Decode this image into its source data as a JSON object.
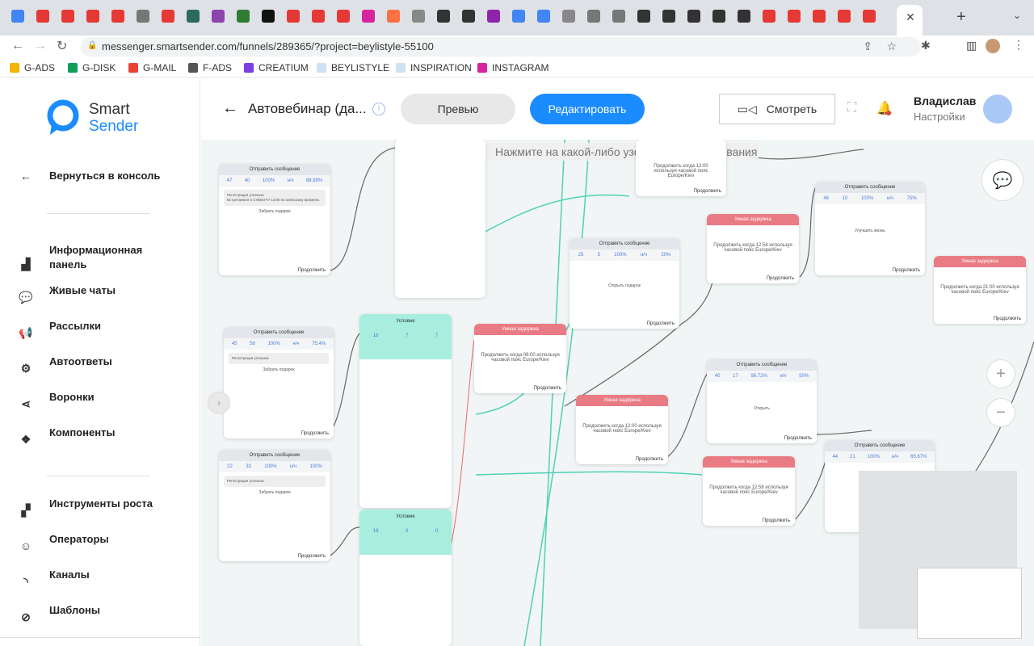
{
  "browser": {
    "url": "messenger.smartsender.com/funnels/289365/?project=beylistyle-55100",
    "bookmarks": [
      {
        "label": "G-ADS",
        "color": "#f4b400"
      },
      {
        "label": "G-DISK",
        "color": "#0f9d58"
      },
      {
        "label": "G-MAIL",
        "color": "#ea4335"
      },
      {
        "label": "F-ADS",
        "color": "#555"
      },
      {
        "label": "CREATIUM",
        "color": "#7b3fe4"
      },
      {
        "label": "BEYLISTYLE",
        "color": "#cfe2f3"
      },
      {
        "label": "INSPIRATION",
        "color": "#cfe2f3"
      },
      {
        "label": "INSTAGRAM",
        "color": "#d6249f"
      }
    ]
  },
  "sidebar": {
    "logo_top": "Smart",
    "logo_bottom": "Sender",
    "back": "Вернуться в консоль",
    "items": [
      {
        "label": "Информационная панель",
        "icon": "bar-chart-icon"
      },
      {
        "label": "Живые чаты",
        "icon": "chat-icon"
      },
      {
        "label": "Рассылки",
        "icon": "megaphone-icon"
      },
      {
        "label": "Автоответы",
        "icon": "robot-icon"
      },
      {
        "label": "Воронки",
        "icon": "share-icon"
      },
      {
        "label": "Компоненты",
        "icon": "cubes-icon"
      },
      {
        "label": "Инструменты роста",
        "icon": "growth-icon"
      },
      {
        "label": "Операторы",
        "icon": "operator-icon"
      },
      {
        "label": "Каналы",
        "icon": "rss-icon"
      },
      {
        "label": "Шаблоны",
        "icon": "template-icon"
      }
    ]
  },
  "header": {
    "title": "Автовебинар (да...",
    "preview": "Превью",
    "edit": "Редактировать",
    "watch": "Смотреть",
    "user": "Владислав",
    "settings": "Настройки"
  },
  "canvas": {
    "hint": "Нажмите на какой-либо узел для редактирования",
    "send": "Отправить сообщение",
    "delay": "Умная задержка",
    "cond": "Условие",
    "cont": "Продолжить",
    "gift": "Забрать подарок",
    "open": "Открыть подарок",
    "improve": "Улучшить жизнь",
    "openlink": "Открыть",
    "reg": "Регистрация успешна.",
    "meet": "Встречаемся в СУББОТУ 13:00 по киевскому времени.",
    "nodes": [
      {
        "t": "send",
        "s": [
          "47",
          "40",
          "100%",
          "н/ч",
          "88.89%"
        ]
      },
      {
        "t": "send",
        "s": [
          "45",
          "56",
          "100%",
          "н/ч",
          "75.4%"
        ]
      },
      {
        "t": "send",
        "s": [
          "22",
          "33",
          "100%",
          "н/ч",
          "100%"
        ]
      },
      {
        "t": "send",
        "s": [
          "25",
          "5",
          "100%",
          "н/ч",
          "20%"
        ]
      },
      {
        "t": "send",
        "s": [
          "46",
          "10",
          "100%",
          "н/ч",
          "75%"
        ]
      },
      {
        "t": "send",
        "s": [
          "40",
          "17",
          "98.72%",
          "н/ч",
          "50%"
        ]
      },
      {
        "t": "send",
        "s": [
          "44",
          "21",
          "100%",
          "н/ч",
          "65.67%"
        ]
      }
    ],
    "delays": [
      "Продолжить когда 12:00 используя часовой пояс Europe/Kiev",
      "Продолжить когда 12:58 используя часовой пояс Europe/Kiev",
      "Продолжить когда 21:00 используя часовой пояс Europe/Kiev",
      "Продолжить когда 09:00 используя часовой пояс Europe/Kiev",
      "Продолжить когда 12:00 используя часовой пояс Europe/Kiev",
      "Продолжить когда 12:58 используя часовой пояс Europe/Kiev"
    ],
    "cond_stats": [
      [
        "18",
        "7",
        "7"
      ],
      [
        "19",
        "0",
        "0"
      ]
    ]
  }
}
